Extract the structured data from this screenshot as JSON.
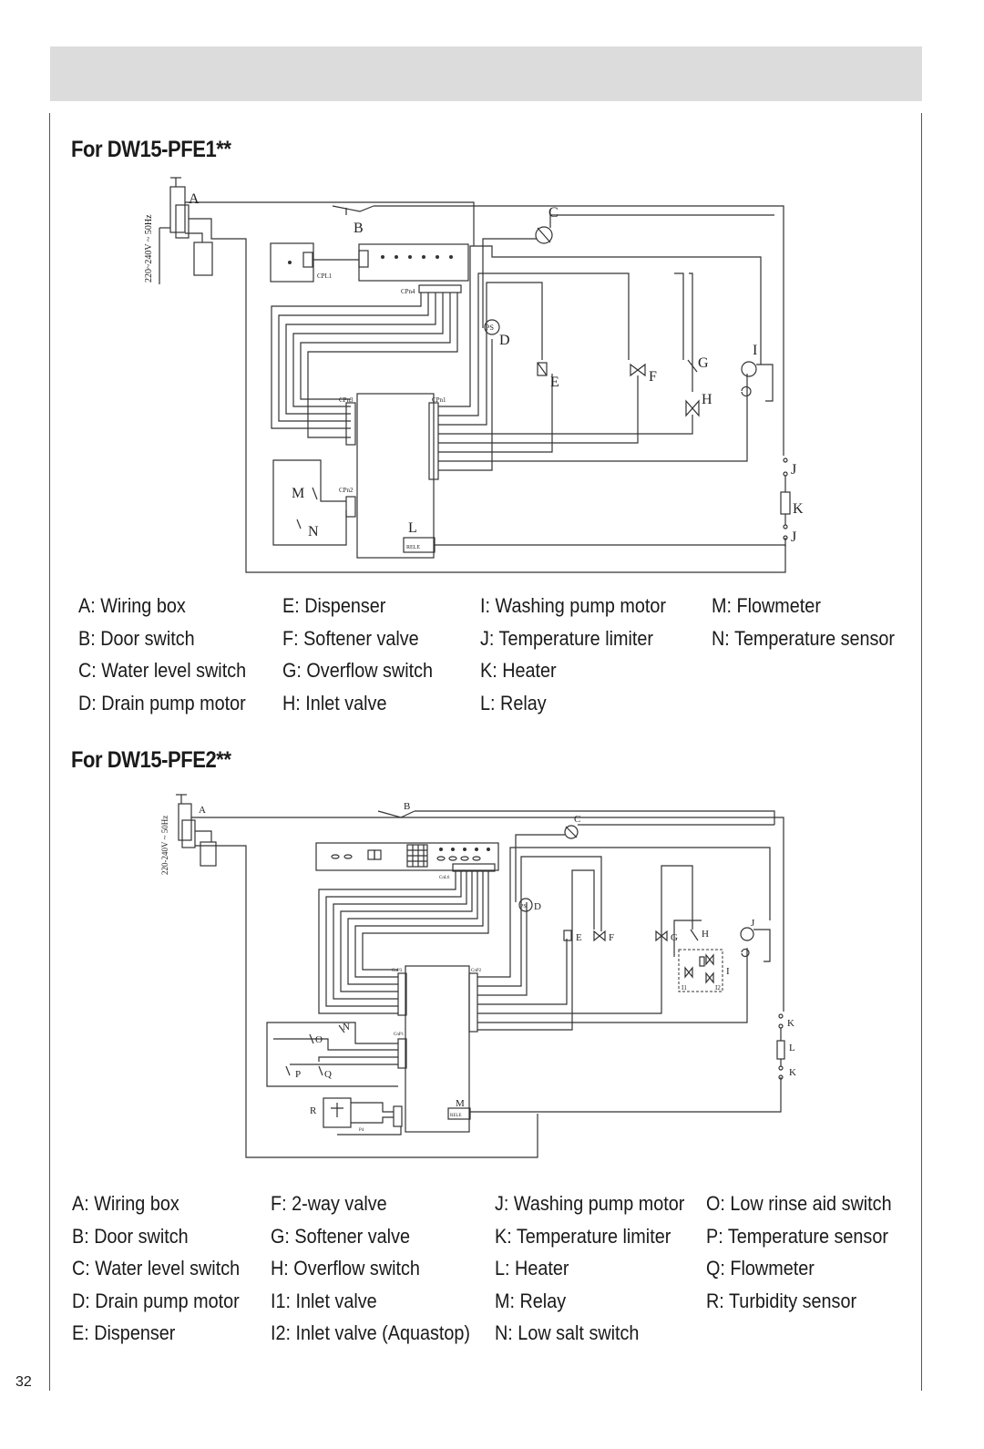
{
  "page_number": "32",
  "section1": {
    "title": "For DW15-PFE1**",
    "supply_label": "220~240V ~ 50Hz",
    "connector_labels": [
      "CPL1",
      "CPn4",
      "CPn3",
      "CPn1",
      "CPn2",
      "RELE"
    ],
    "component_letters": [
      "A",
      "B",
      "C",
      "D",
      "E",
      "F",
      "G",
      "H",
      "I",
      "J",
      "K",
      "J",
      "L",
      "M",
      "N"
    ],
    "sensor_text": "PS",
    "legend": [
      [
        "A: Wiring box",
        "B: Door switch",
        "C: Water level switch",
        "D: Drain pump motor"
      ],
      [
        "E: Dispenser",
        "F: Softener valve",
        "G: Overflow switch",
        "H: Inlet valve"
      ],
      [
        "I:  Washing pump motor",
        "J:  Temperature limiter",
        "K: Heater",
        "L: Relay"
      ],
      [
        "M: Flowmeter",
        "N: Temperature sensor"
      ]
    ]
  },
  "section2": {
    "title": "For DW15-PFE2**",
    "supply_label": "220-240V ~ 50Hz",
    "connector_labels": [
      "CnL6",
      "CnP3",
      "CnP2",
      "CnP1",
      "RELE",
      "P4"
    ],
    "component_letters": [
      "A",
      "B",
      "C",
      "D",
      "E",
      "F",
      "G",
      "H",
      "I",
      "J",
      "I1",
      "I2",
      "K",
      "L",
      "K",
      "M",
      "N",
      "O",
      "P",
      "Q",
      "R"
    ],
    "sensor_text": "PS",
    "legend": [
      [
        "A: Wiring box",
        "B: Door switch",
        "C: Water level switch",
        "D: Drain pump motor",
        "E: Dispenser"
      ],
      [
        "F: 2-way valve",
        "G: Softener valve",
        "H: Overflow switch",
        "I1: Inlet valve",
        "I2: Inlet valve (Aquastop)"
      ],
      [
        "J: Washing pump motor",
        "K: Temperature limiter",
        "L: Heater",
        "M: Relay",
        "N: Low salt switch"
      ],
      [
        "O: Low rinse aid switch",
        "P: Temperature sensor",
        "Q: Flowmeter",
        "R: Turbidity sensor"
      ]
    ]
  }
}
